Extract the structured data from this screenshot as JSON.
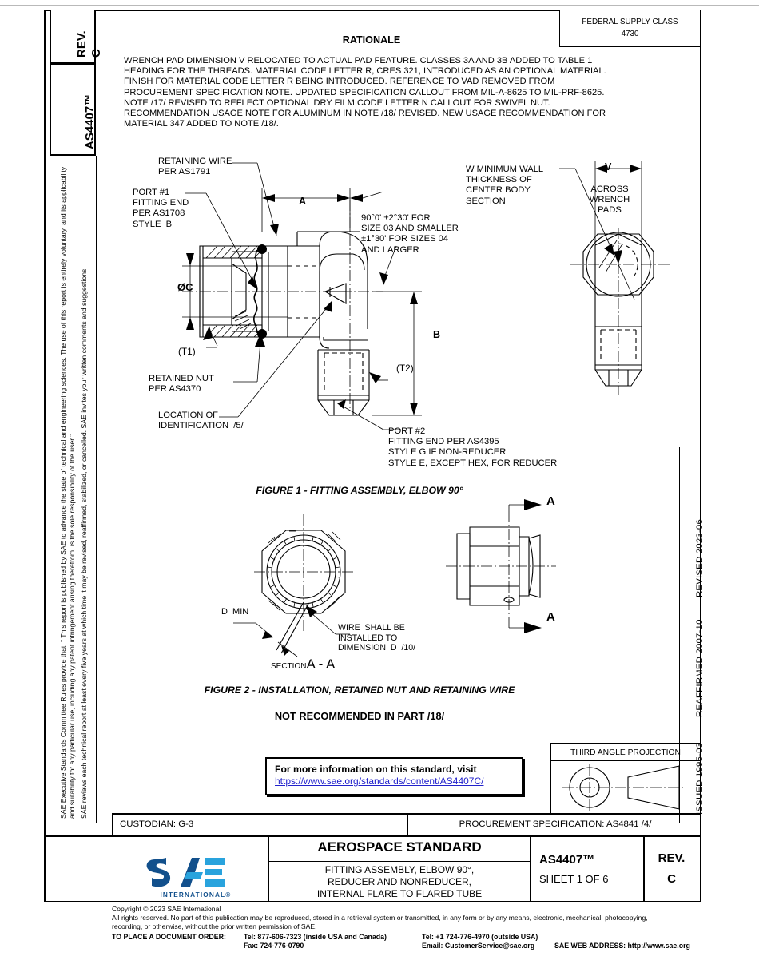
{
  "document": {
    "rev_label": "REV.",
    "rev_value": "C",
    "doc_number": "AS4407™",
    "fsc_title": "FEDERAL SUPPLY CLASS",
    "fsc_value": "4730",
    "rationale_heading": "RATIONALE",
    "rationale_body": "WRENCH PAD DIMENSION V RELOCATED TO ACTUAL PAD FEATURE. CLASSES 3A AND 3B ADDED TO TABLE 1\nHEADING FOR THE THREADS. MATERIAL CODE LETTER R, CRES 321, INTRODUCED AS AN OPTIONAL MATERIAL.\nFINISH FOR MATERIAL CODE LETTER R BEING INTRODUCED. REFERENCE TO VAD REMOVED FROM\nPROCUREMENT SPECIFICATION NOTE. UPDATED SPECIFICATION CALLOUT FROM MIL-A-8625 TO MIL-PRF-8625.\nNOTE /17/ REVISED TO REFLECT OPTIONAL DRY FILM CODE LETTER N CALLOUT FOR SWIVEL NUT.\nRECOMMENDATION USAGE NOTE FOR ALUMINUM IN NOTE /18/ REVISED. NEW USAGE RECOMMENDATION FOR\nMATERIAL 347 ADDED TO NOTE /18/."
  },
  "left_margin": {
    "paragraph_1": "SAE Executive Standards Committee Rules provide that: “  This report is published by SAE to advance the state of technical and engineering sciences. The use of this report is entirely voluntary, and its applicability and suitability for any particular use, including any patent infringement arising therefrom, is the sole responsibility of the user.”",
    "paragraph_2": "SAE reviews each technical report at least every five years at which time it may be revised, reaffirmed, stabilized, or cancelled. SAE invites your written comments and suggestions."
  },
  "right_margin": {
    "issued": "ISSUED 1995-03",
    "reaffirmed": "REAFFIRMED 2007-10",
    "revised": "REVISED 2023-06"
  },
  "figure1": {
    "caption": "FIGURE 1 - FITTING ASSEMBLY, ELBOW 90°",
    "callouts": {
      "retaining_wire": "RETAINING WIRE\nPER AS1791",
      "port1": "PORT #1\nFITTING END\nPER AS1708\nSTYLE  B",
      "dia_c": "ØC",
      "t1": "(T1)",
      "t2": "(T2)",
      "retained_nut": "RETAINED NUT\nPER AS4370",
      "location_id": "LOCATION OF\nIDENTIFICATION  /5/",
      "port2": "PORT #2\nFITTING END PER AS4395\nSTYLE G IF NON-REDUCER\nSTYLE E, EXCEPT HEX, FOR REDUCER",
      "angle_tol": "90°0' ±2°30' FOR\nSIZE 03 AND SMALLER\n±1°30' FOR SIZES 04\nAND LARGER",
      "wall_thickness": "W MINIMUM WALL\nTHICKNESS OF\nCENTER BODY\nSECTION",
      "across_wrench_pads": "ACROSS\nWRENCH\nPADS",
      "dim_a": "A",
      "dim_b": "B",
      "dim_v": "V"
    }
  },
  "figure2": {
    "caption": "FIGURE 2 - INSTALLATION, RETAINED NUT AND RETAINING WIRE",
    "section_label_prefix": "SECTION",
    "section_label": "A - A",
    "d_min": "D  MIN",
    "wire_note": "WIRE  SHALL BE\nINSTALLED TO\nDIMENSION  D  /10/",
    "arrow_label_top": "A",
    "arrow_label_bottom": "A"
  },
  "not_recommended": "NOT RECOMMENDED IN PART /18/",
  "info_box": {
    "line1": "For more information on this standard, visit",
    "url": "https://www.sae.org/standards/content/AS4407C/"
  },
  "projection_box": {
    "title": "THIRD ANGLE PROJECTION"
  },
  "title_block": {
    "custodian": "CUSTODIAN: G-3",
    "procurement": "PROCUREMENT SPECIFICATION: AS4841 /4/",
    "standard_type": "AEROSPACE STANDARD",
    "title_line1": "FITTING ASSEMBLY, ELBOW 90°,",
    "title_line2": "REDUCER AND NONREDUCER,",
    "title_line3": "INTERNAL FLARE TO FLARED TUBE",
    "doc_number": "AS4407™",
    "sheet": "SHEET 1 OF 6",
    "rev_label": "REV.",
    "rev_value": "C",
    "logo_text": "SAE",
    "logo_sub": "INTERNATIONAL®"
  },
  "footer": {
    "copyright": "Copyright © 2023 SAE International",
    "rights1": "All rights reserved. No part of this publication may be reproduced, stored in a retrieval system or transmitted, in any form or by any means, electronic, mechanical, photocopying,",
    "rights2": "recording, or otherwise, without the prior written permission of SAE.",
    "order_label": "TO PLACE A DOCUMENT ORDER:",
    "tel_inside": "Tel: 877-606-7323 (inside USA and Canada)",
    "fax": "Fax: 724-776-0790",
    "tel_outside": "Tel: +1 724-776-4970 (outside USA)",
    "email": "Email: CustomerService@sae.org",
    "web": "SAE WEB ADDRESS: http://www.sae.org"
  },
  "colors": {
    "link": "#2222cc",
    "logo_dark": "#12508c",
    "logo_light": "#29a3dd",
    "line": "#000000"
  }
}
